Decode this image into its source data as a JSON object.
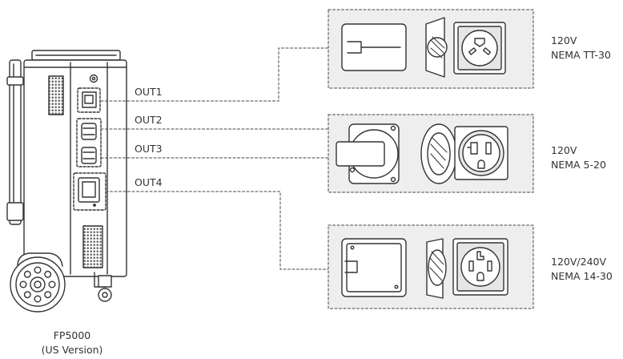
{
  "device": {
    "name": "FP5000",
    "variant": "(US Version)"
  },
  "outputs": [
    {
      "port": "OUT1",
      "voltage": "120V",
      "standard": "NEMA TT-30"
    },
    {
      "port": "OUT2",
      "voltage": "120V",
      "standard": "NEMA 5-20"
    },
    {
      "port": "OUT3",
      "voltage": "120V",
      "standard": "NEMA 5-20"
    },
    {
      "port": "OUT4",
      "voltage": "120V/240V",
      "standard": "NEMA 14-30"
    }
  ],
  "groups": [
    {
      "voltage": "120V",
      "standard": "NEMA TT-30",
      "ports": [
        "OUT1"
      ]
    },
    {
      "voltage": "120V",
      "standard": "NEMA 5-20",
      "ports": [
        "OUT2",
        "OUT3"
      ]
    },
    {
      "voltage": "120V/240V",
      "standard": "NEMA 14-30",
      "ports": [
        "OUT4"
      ]
    }
  ],
  "colors": {
    "line": "#333333",
    "panel": "#eeeeee",
    "socket_fill": "#e6e6e6"
  }
}
